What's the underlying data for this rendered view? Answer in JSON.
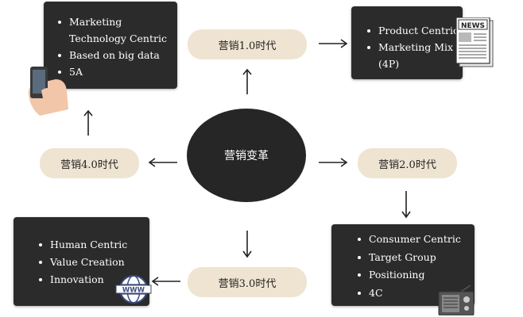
{
  "center": {
    "label": "营销变革"
  },
  "eras": {
    "e1": "营销1.0时代",
    "e2": "营销2.0时代",
    "e3": "营销3.0时代",
    "e4": "营销4.0时代"
  },
  "boxes": {
    "marketing4": [
      "Marketing Technology Centric",
      "Based on big data",
      "5A"
    ],
    "marketing1": [
      "Product Centric",
      "Marketing Mix (4P)"
    ],
    "marketing2": [
      "Consumer Centric",
      "Target Group",
      "Positioning",
      "4C"
    ],
    "marketing3": [
      "Human Centric",
      "Value Creation",
      "Innovation"
    ]
  },
  "icons": {
    "news_text": "NEWS",
    "www_text": "WWW"
  },
  "colors": {
    "box": "#2b2b2b",
    "pill": "#efe4d1",
    "center": "#262626"
  }
}
